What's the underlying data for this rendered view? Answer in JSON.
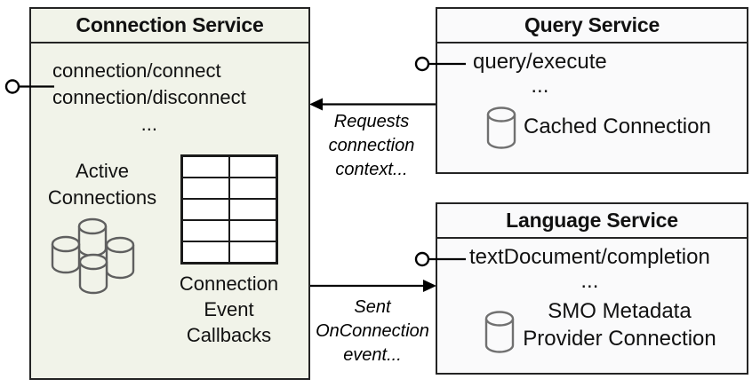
{
  "colors": {
    "connection_fill": "#f1f3e9",
    "service_fill": "#fafafb",
    "border": "#242424",
    "line": "#000000",
    "cluster_stroke": "#5f5f5f",
    "cylinder_stroke": "#707070",
    "table_border": "#1a1a1a",
    "text": "#111111"
  },
  "icons": {
    "active_connections": "database-cylinder-cluster",
    "callbacks_table": "table-grid",
    "cached_connection": "database-cylinder",
    "smo_connection": "database-cylinder",
    "interface_endpoints": "lollipop-connector"
  },
  "connection_service": {
    "title": "Connection Service",
    "methods": [
      "connection/connect",
      "connection/disconnect"
    ],
    "ellipsis": "...",
    "active_connections": [
      "Active",
      "Connections"
    ],
    "event_callbacks": [
      "Connection",
      "Event",
      "Callbacks"
    ]
  },
  "query_service": {
    "title": "Query Service",
    "methods": [
      "query/execute"
    ],
    "ellipsis": "...",
    "cached_connection": "Cached Connection"
  },
  "language_service": {
    "title": "Language Service",
    "methods": [
      "textDocument/completion"
    ],
    "ellipsis": "...",
    "smo_connection": [
      "SMO Metadata",
      "Provider Connection"
    ]
  },
  "arrows": {
    "requests_connection_context": [
      "Requests",
      "connection",
      "context..."
    ],
    "sent_onconnection_event": [
      "Sent",
      "OnConnection",
      "event..."
    ]
  }
}
